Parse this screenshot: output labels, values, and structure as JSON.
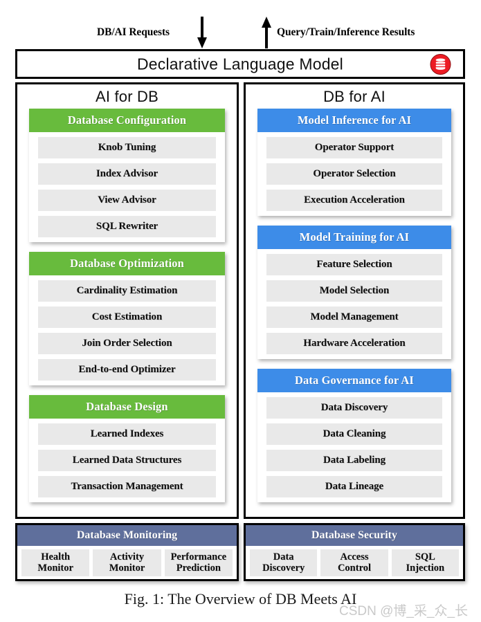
{
  "flow": {
    "down_label": "DB/AI Requests",
    "up_label": "Query/Train/Inference Results",
    "down_icon": "arrow-down-icon",
    "up_icon": "arrow-up-icon"
  },
  "declarative": {
    "title": "Declarative Language Model",
    "icon": "database-cylinder-icon",
    "icon_color": "#ec1c24"
  },
  "colors": {
    "green_header": "#68bb3d",
    "blue_header": "#3d8ce8",
    "slate_header": "#5f6f9c",
    "item_bg": "#e9e9e9"
  },
  "columns": [
    {
      "title": "AI for DB",
      "accent": "green",
      "groups": [
        {
          "header": "Database Configuration",
          "items": [
            "Knob Tuning",
            "Index Advisor",
            "View Advisor",
            "SQL Rewriter"
          ]
        },
        {
          "header": "Database Optimization",
          "items": [
            "Cardinality Estimation",
            "Cost Estimation",
            "Join Order Selection",
            "End-to-end Optimizer"
          ]
        },
        {
          "header": "Database Design",
          "items": [
            "Learned Indexes",
            "Learned Data Structures",
            "Transaction Management"
          ]
        }
      ]
    },
    {
      "title": "DB for AI",
      "accent": "blue",
      "groups": [
        {
          "header": "Model Inference for AI",
          "items": [
            "Operator Support",
            "Operator Selection",
            "Execution Acceleration"
          ]
        },
        {
          "header": "Model Training for AI",
          "items": [
            "Feature Selection",
            "Model Selection",
            "Model Management",
            "Hardware Acceleration"
          ]
        },
        {
          "header": "Data Governance for AI",
          "items": [
            "Data Discovery",
            "Data Cleaning",
            "Data Labeling",
            "Data Lineage"
          ]
        }
      ]
    }
  ],
  "bottom": [
    {
      "header": "Database Monitoring",
      "cells": [
        "Health\nMonitor",
        "Activity\nMonitor",
        "Performance\nPrediction"
      ]
    },
    {
      "header": "Database Security",
      "cells": [
        "Data\nDiscovery",
        "Access\nControl",
        "SQL\nInjection"
      ]
    }
  ],
  "caption": "Fig. 1: The Overview of DB Meets AI",
  "watermark": "CSDN @博_采_众_长"
}
